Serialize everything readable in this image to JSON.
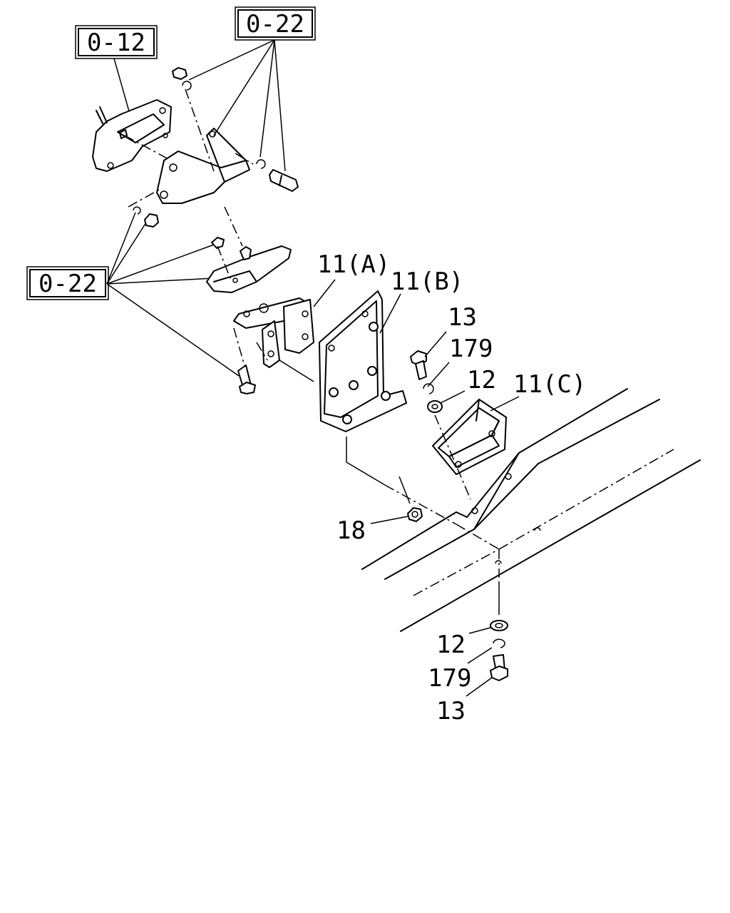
{
  "references": {
    "ref_top_left": "0-12",
    "ref_top_right": "0-22",
    "ref_left": "0-22"
  },
  "callouts": {
    "part_11a": "11(A)",
    "part_11b": "11(B)",
    "part_11c": "11(C)",
    "part_13_top": "13",
    "part_179_top": "179",
    "part_12_top": "12",
    "part_18": "18",
    "part_12_bottom": "12",
    "part_179_bottom": "179",
    "part_13_bottom": "13"
  }
}
